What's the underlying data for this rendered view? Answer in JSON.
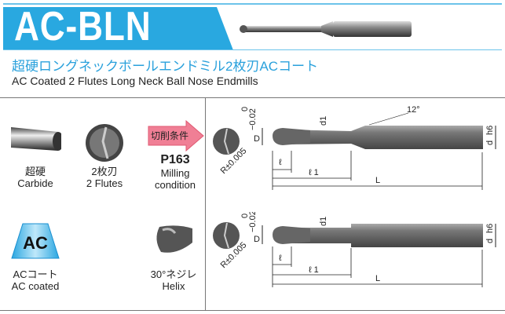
{
  "header": {
    "title": "AC-BLN",
    "subtitle_jp": "超硬ロングネックボールエンドミル2枚刃ACコート",
    "subtitle_en": "AC Coated 2 Flutes Long Neck Ball Nose Endmills",
    "brand_color": "#29a8e0"
  },
  "features": [
    {
      "icon": "carbide-rod-icon",
      "label_jp": "超硬",
      "label_en": "Carbide"
    },
    {
      "icon": "two-flutes-icon",
      "label_jp": "2枚刃",
      "label_en": "2 Flutes"
    },
    {
      "icon": "milling-condition-arrow-icon",
      "arrow_text": "切削条件",
      "page": "P163",
      "label_en_1": "Milling",
      "label_en_2": "condition"
    },
    {
      "icon": "ac-coating-icon",
      "badge": "AC",
      "label_jp": "ACコート",
      "label_en": "AC coated"
    },
    {
      "icon": "helix-icon",
      "label_jp": "30°ネジレ",
      "label_en": "Helix"
    }
  ],
  "diagram": {
    "D": "D",
    "tol_upper": "0",
    "tol_lower": "−0.02",
    "R": "R±0.005",
    "d1": "d1",
    "angle": "12°",
    "l": "ℓ",
    "l1": "ℓ 1",
    "L": "L",
    "d": "d",
    "d_tol": "h6"
  }
}
